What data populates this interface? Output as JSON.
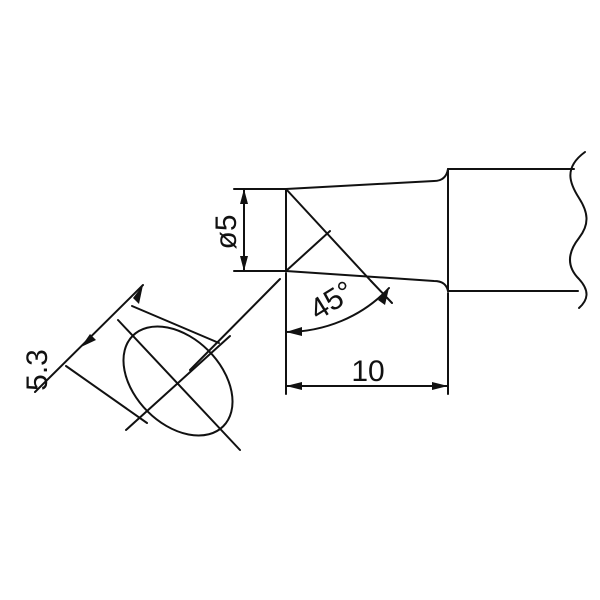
{
  "drawing": {
    "dimensions": {
      "diameter": "ø5",
      "length": "10",
      "angle": "45°",
      "face_width": "5.3"
    },
    "colors": {
      "line": "#111111",
      "background": "#ffffff"
    }
  }
}
